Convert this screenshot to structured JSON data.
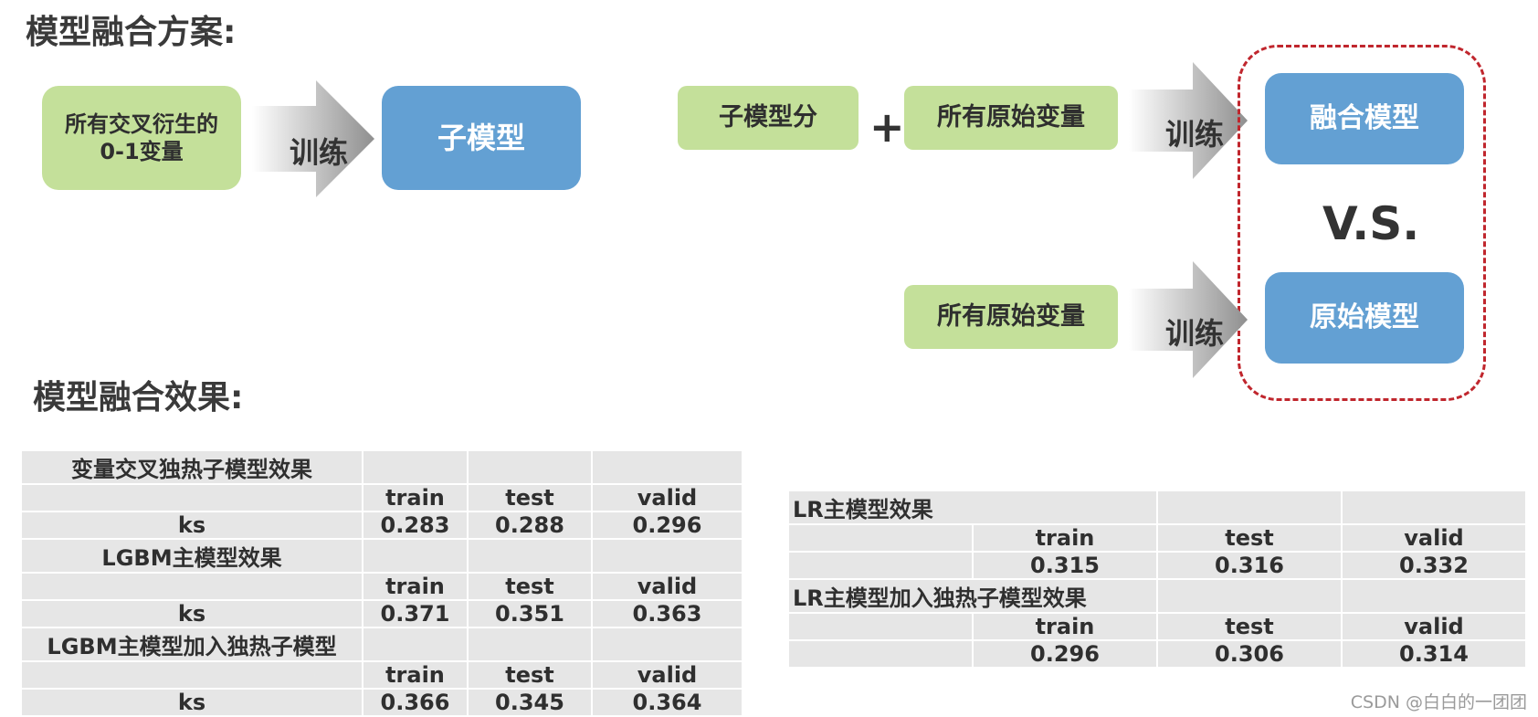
{
  "scheme": {
    "heading": "模型融合方案:",
    "flow1": {
      "input": "所有交叉衍生的\n0-1变量",
      "train_label": "训练",
      "output": "子模型"
    },
    "flow2": {
      "input_a": "子模型分",
      "plus": "+",
      "input_b": "所有原始变量",
      "train_label": "训练",
      "output": "融合模型"
    },
    "vs": "V.S.",
    "flow3": {
      "input": "所有原始变量",
      "train_label": "训练",
      "output": "原始模型"
    }
  },
  "results": {
    "heading": "模型融合效果:",
    "left_table": {
      "rows": [
        [
          "变量交叉独热子模型效果",
          "",
          "",
          ""
        ],
        [
          "",
          "train",
          "test",
          "valid"
        ],
        [
          "ks",
          "0.283",
          "0.288",
          "0.296"
        ],
        [
          "LGBM主模型效果",
          "",
          "",
          ""
        ],
        [
          "",
          "train",
          "test",
          "valid"
        ],
        [
          "ks",
          "0.371",
          "0.351",
          "0.363"
        ],
        [
          "LGBM主模型加入独热子模型",
          "",
          "",
          ""
        ],
        [
          "",
          "train",
          "test",
          "valid"
        ],
        [
          "ks",
          "0.366",
          "0.345",
          "0.364"
        ]
      ]
    },
    "right_table": {
      "rows": [
        [
          "LR主模型效果",
          "",
          "",
          ""
        ],
        [
          "",
          "train",
          "test",
          "valid"
        ],
        [
          "",
          "0.315",
          "0.316",
          "0.332"
        ],
        [
          "LR主模型加入独热子模型效果",
          "",
          "",
          ""
        ],
        [
          "",
          "train",
          "test",
          "valid"
        ],
        [
          "",
          "0.296",
          "0.306",
          "0.314"
        ]
      ]
    }
  },
  "watermark": "CSDN @白白的一团团",
  "colors": {
    "green_box": "#c4e09a",
    "blue_box": "#63a0d3",
    "dashed_border": "#c0262d",
    "table_cell": "#e6e6e6"
  }
}
